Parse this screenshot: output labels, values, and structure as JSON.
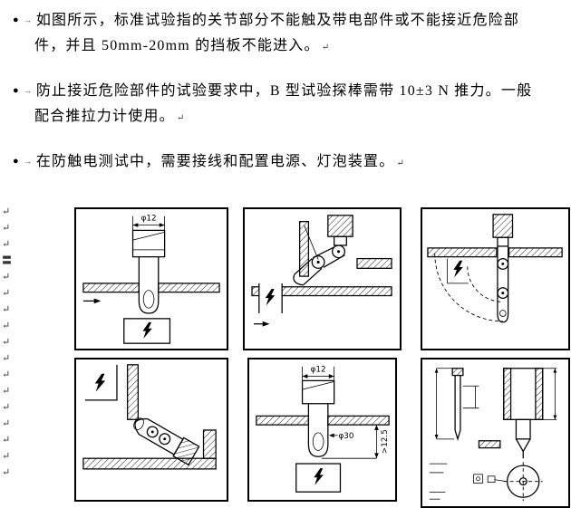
{
  "page": {
    "background": "#ffffff"
  },
  "bullets": [
    {
      "marker": "●",
      "tab": "→",
      "text": "如图所示，标准试验指的关节部分不能触及带电部件或不能接近危险部件，并且 50mm-20mm 的挡板不能进入。",
      "eol": "↵"
    },
    {
      "marker": "●",
      "tab": "→",
      "text": "防止接近危险部件的试验要求中，B 型试验探棒需带 10±3 N 推力。一般配合推拉力计使用。",
      "eol": "↵"
    },
    {
      "marker": "●",
      "tab": "→",
      "text": "在防触电测试中，需要接线和配置电源、灯泡装置。",
      "eol": "↵"
    }
  ],
  "margin_marks": [
    "↵",
    "↵",
    "↵",
    "〓",
    "↵",
    "↵",
    "↵",
    "↵",
    "↵",
    "↵",
    "↵",
    "↵",
    "↵",
    "↵",
    "↵",
    "↵",
    "↵"
  ],
  "diagrams": {
    "d1": {
      "dim_top": "φ12"
    },
    "d5": {
      "dim_top": "φ12",
      "dim_mid": "φ30",
      "dim_right": ">12.5"
    }
  }
}
